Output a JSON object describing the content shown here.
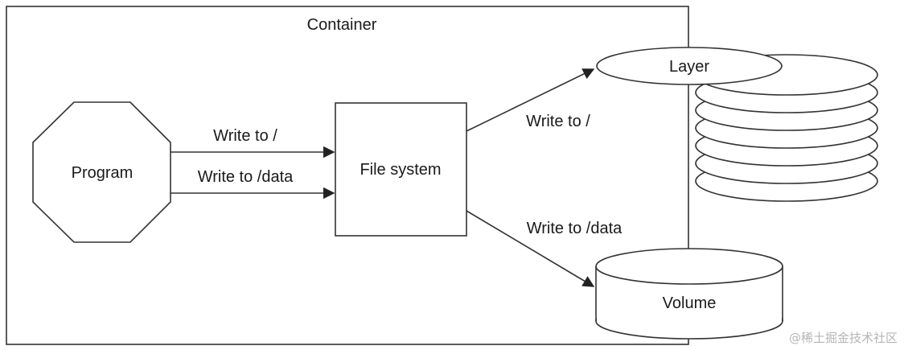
{
  "diagram": {
    "container_label": "Container",
    "program_label": "Program",
    "filesystem_label": "File system",
    "layer_label": "Layer",
    "volume_label": "Volume",
    "edges": {
      "program_to_fs_root": "Write to /",
      "program_to_fs_data": "Write to /data",
      "fs_to_layer": "Write to /",
      "fs_to_volume": "Write to /data"
    }
  },
  "watermark": "@稀土掘金技术社区"
}
